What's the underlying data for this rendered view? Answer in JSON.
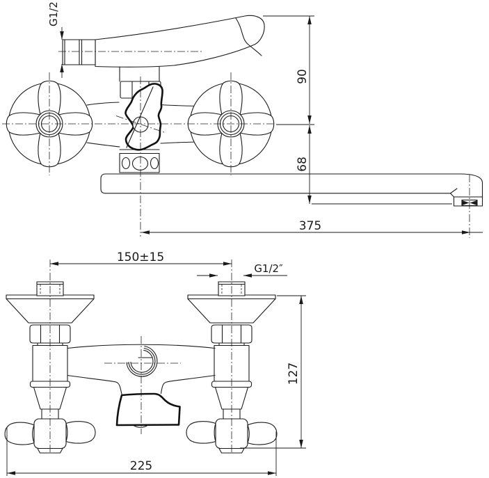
{
  "drawing": {
    "type": "technical-orthographic-drawing",
    "subject": "wall-mounted two-handle mixer faucet with swivel spout",
    "colors": {
      "line": "#1a1a1a",
      "background": "#ffffff"
    },
    "top_view": {
      "thread_label": "G1/2",
      "dim_upper_height": "90",
      "dim_lower_height": "68",
      "dim_spout_reach": "375"
    },
    "bottom_view": {
      "dim_wall_centers": "150±15",
      "thread_label": "G1/2″",
      "dim_height": "127",
      "dim_overall_width": "225"
    }
  }
}
